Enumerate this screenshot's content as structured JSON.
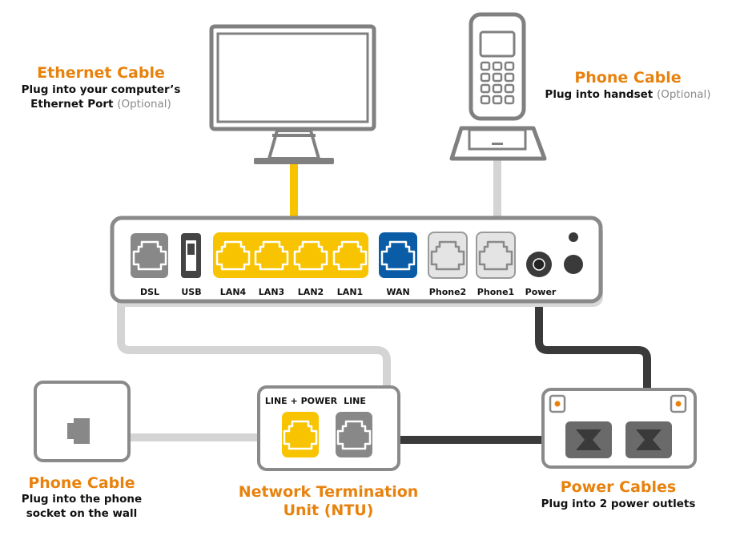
{
  "colors": {
    "accent": "#E8820E",
    "yellow": "#F8C300",
    "blue": "#0A5CA6",
    "light_grey": "#D4D4D4",
    "mid_grey": "#888888",
    "dark_cable": "#3A3A3A",
    "outline": "#808080"
  },
  "labels": {
    "ethernet": {
      "title": "Ethernet Cable",
      "line1": "Plug into your computer’s",
      "line2": "Ethernet Port",
      "optional": "(Optional)"
    },
    "phone_top": {
      "title": "Phone Cable",
      "line1": "Plug into handset",
      "optional": "(Optional)"
    },
    "phone_bottom": {
      "title": "Phone Cable",
      "line1": "Plug into the phone",
      "line2": "socket on the wall"
    },
    "ntu": {
      "title_line1": "Network Termination",
      "title_line2": "Unit (NTU)",
      "port_line_power": "LINE + POWER",
      "port_line": "LINE"
    },
    "power": {
      "title": "Power Cables",
      "line1": "Plug into 2 power outlets"
    }
  },
  "router_ports": [
    "DSL",
    "USB",
    "LAN4",
    "LAN3",
    "LAN2",
    "LAN1",
    "WAN",
    "Phone2",
    "Phone1",
    "Power"
  ],
  "icons": [
    "monitor-icon",
    "cordless-phone-icon",
    "router-icon",
    "wall-socket-icon",
    "ntu-icon",
    "power-outlet-icon"
  ]
}
